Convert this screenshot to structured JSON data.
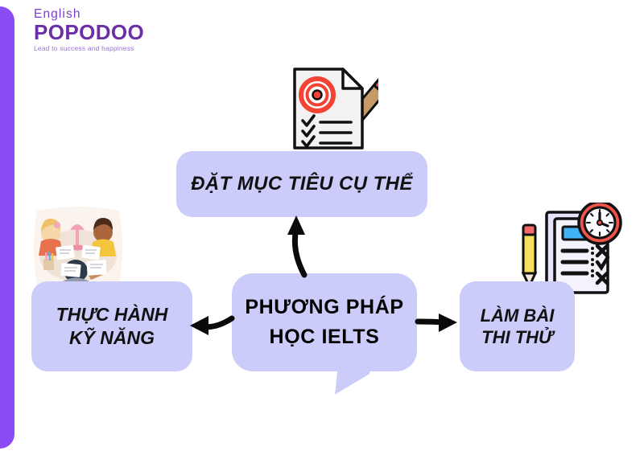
{
  "page": {
    "background_color": "#ffffff",
    "accent_purple": "#8B4BF5",
    "node_fill": "#CCCCFA",
    "text_color": "#111111"
  },
  "logo": {
    "line1": "English",
    "line2": "POPODOO",
    "tagline": "Lead to success and happiness",
    "color_light": "#7B3FD0",
    "color_main": "#6B2FA8",
    "color_tagline": "#9B6FD6"
  },
  "diagram": {
    "center": {
      "line1": "PHƯƠNG PHÁP",
      "line2": "HỌC IELTS"
    },
    "nodes": [
      {
        "id": "goal",
        "position": "top",
        "label": "ĐẶT MỤC TIÊU CỤ THỂ",
        "icon": "goal-document-icon"
      },
      {
        "id": "practice",
        "position": "left",
        "label": "THỰC HÀNH\nKỸ NĂNG",
        "icon": "students-studying-illustration"
      },
      {
        "id": "mocktest",
        "position": "right",
        "label": "LÀM BÀI\nTHI THỬ",
        "icon": "mock-test-icon"
      }
    ],
    "arrows": [
      {
        "id": "arrow-up",
        "direction": "up",
        "from": "center",
        "to": "goal"
      },
      {
        "id": "arrow-left",
        "direction": "left",
        "from": "center",
        "to": "practice"
      },
      {
        "id": "arrow-right",
        "direction": "right",
        "from": "center",
        "to": "mocktest"
      }
    ]
  }
}
